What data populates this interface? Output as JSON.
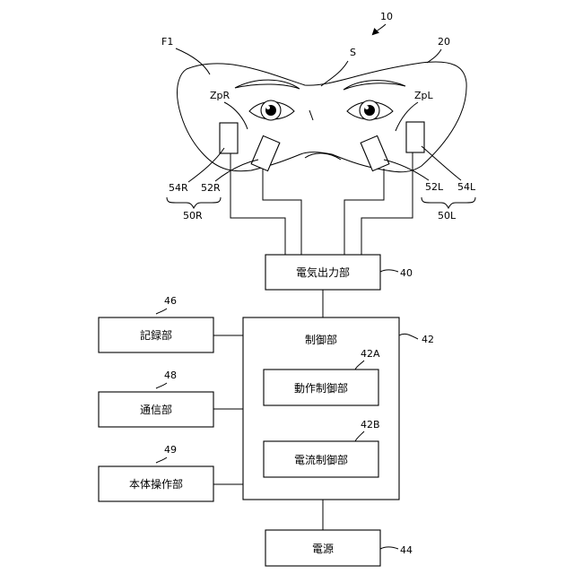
{
  "labels": {
    "device": "10",
    "frame": "F1",
    "mask": "20",
    "nose_bridge": "S",
    "zone_right": "ZpR",
    "zone_left": "ZpL",
    "elec_54r": "54R",
    "elec_52r": "52R",
    "elec_52l": "52L",
    "elec_54l": "54L",
    "group_r": "50R",
    "group_l": "50L"
  },
  "blocks": {
    "electric_output": {
      "label": "電気出力部",
      "ref": "40"
    },
    "recording": {
      "label": "記録部",
      "ref": "46"
    },
    "communication": {
      "label": "通信部",
      "ref": "48"
    },
    "body_operation": {
      "label": "本体操作部",
      "ref": "49"
    },
    "control": {
      "label": "制御部",
      "ref": "42"
    },
    "motion_control": {
      "label": "動作制御部",
      "ref": "42A"
    },
    "current_control": {
      "label": "電流制御部",
      "ref": "42B"
    },
    "power_supply": {
      "label": "電源",
      "ref": "44"
    }
  }
}
